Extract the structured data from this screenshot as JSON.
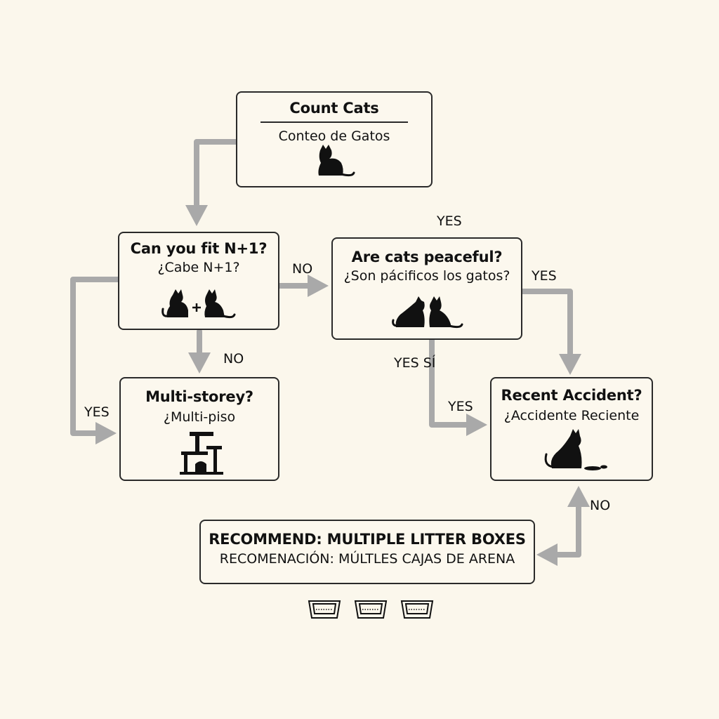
{
  "colors": {
    "background": "#fbf7ec",
    "box_border": "#2a2a2a",
    "box_fill": "#fcf8ee",
    "connector": "#a9a9a9",
    "text": "#111111",
    "icon_fill": "#111111"
  },
  "nodes": {
    "count_cats": {
      "title": "Count Cats",
      "subtitle": "Conteo de Gatos",
      "icon": "sitting-cat-icon"
    },
    "fit_n_plus_1": {
      "title": "Can you fit N+1?",
      "subtitle": "¿Cabe N+1?",
      "icon": "two-cats-plus-icon"
    },
    "peaceful": {
      "title": "Are cats peaceful?",
      "subtitle": "¿Son pácificos los gatos?",
      "icon": "cat-pair-icon"
    },
    "multi_storey": {
      "title": "Multi-storey?",
      "subtitle": "¿Multi-piso",
      "icon": "cat-tree-icon"
    },
    "recent_accident": {
      "title": "Recent Accident?",
      "subtitle": "¿Accidente Reciente",
      "icon": "cat-with-puddle-icon"
    },
    "recommend": {
      "title": "RECOMMEND: MULTIPLE LITTER BOXES",
      "subtitle": "RECOMENACIÓN: MÚLTLES CAJAS DE ARENA",
      "icon": "litter-box-icon"
    }
  },
  "edge_labels": {
    "yes_top": "YES",
    "no_fit_to_peaceful": "NO",
    "yes_peaceful_right": "YES",
    "no_fit_down": "NO",
    "yes_si": "YES SÍ",
    "yes_left": "YES",
    "yes_to_accident": "YES",
    "no_accident": "NO"
  },
  "litter_box_count": 3
}
